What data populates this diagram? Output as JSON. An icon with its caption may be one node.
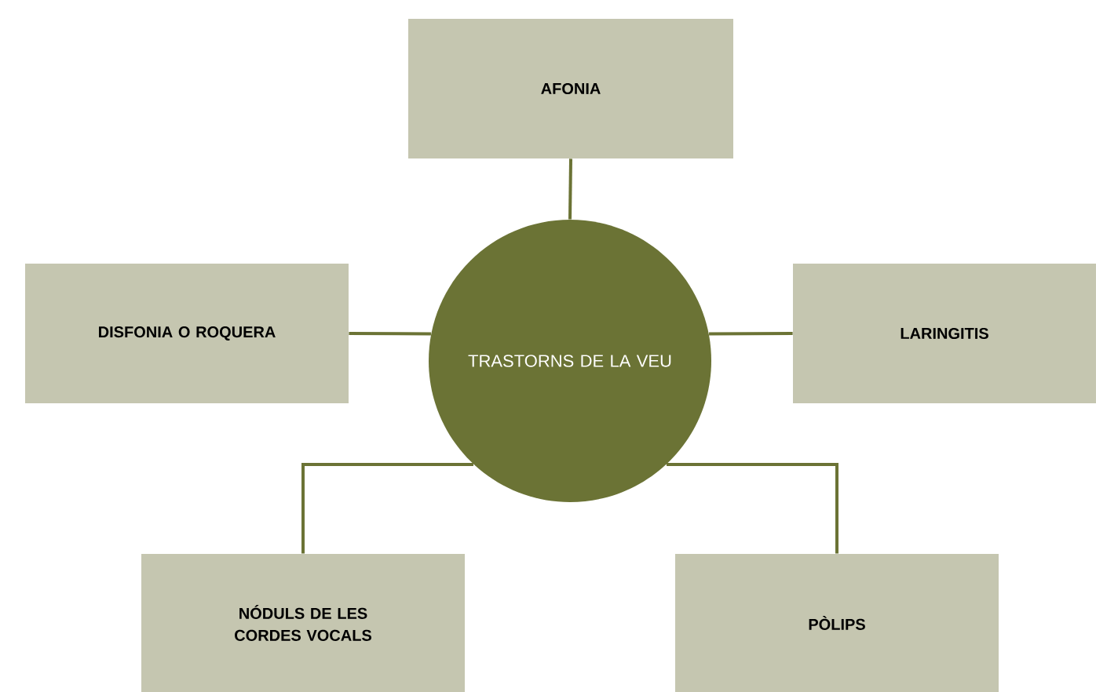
{
  "diagram": {
    "nodes": [
      {
        "text": [
          "AFONIA"
        ]
      },
      {
        "text": [
          "DISFONIA O ROQUERA"
        ]
      },
      {
        "text": [
          "TRASTORNS DE LA VEU"
        ]
      },
      {
        "text": [
          "LARINGITIS"
        ]
      },
      {
        "text": [
          "NÓDULS DE LES CORDES VOCALS"
        ]
      },
      {
        "text": [
          "PÒLIPS"
        ]
      }
    ],
    "edges": [
      {
        "from": 2,
        "to": 0,
        "arrow": "none"
      },
      {
        "from": 2,
        "to": 1,
        "arrow": "none"
      },
      {
        "from": 2,
        "to": 3,
        "arrow": "none"
      },
      {
        "from": 2,
        "to": 4,
        "arrow": "none"
      },
      {
        "from": 2,
        "to": 5,
        "arrow": "none"
      }
    ]
  }
}
